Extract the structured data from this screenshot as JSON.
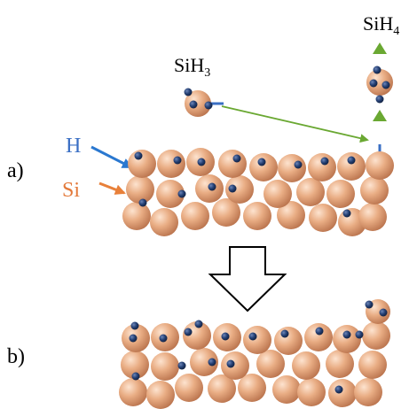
{
  "labels": {
    "sih4": "SiH",
    "sih4_sub": "4",
    "sih3": "SiH",
    "sih3_sub": "3",
    "h": "H",
    "si": "Si",
    "panel_a": "a)",
    "panel_b": "b)"
  },
  "colors": {
    "silicon": "#e3a47a",
    "hydrogen": "#1f3a6b",
    "h_label": "#3a6fc4",
    "si_label": "#e3793a",
    "h_arrow": "#2a78d0",
    "si_arrow": "#e8803a",
    "transfer_arrow": "#6aa832",
    "bond": "#3a6fc4",
    "block_arrow": "#000000"
  },
  "icons": {
    "silicon_atom": "silicon-atom-icon",
    "hydrogen_atom": "hydrogen-atom-icon"
  }
}
